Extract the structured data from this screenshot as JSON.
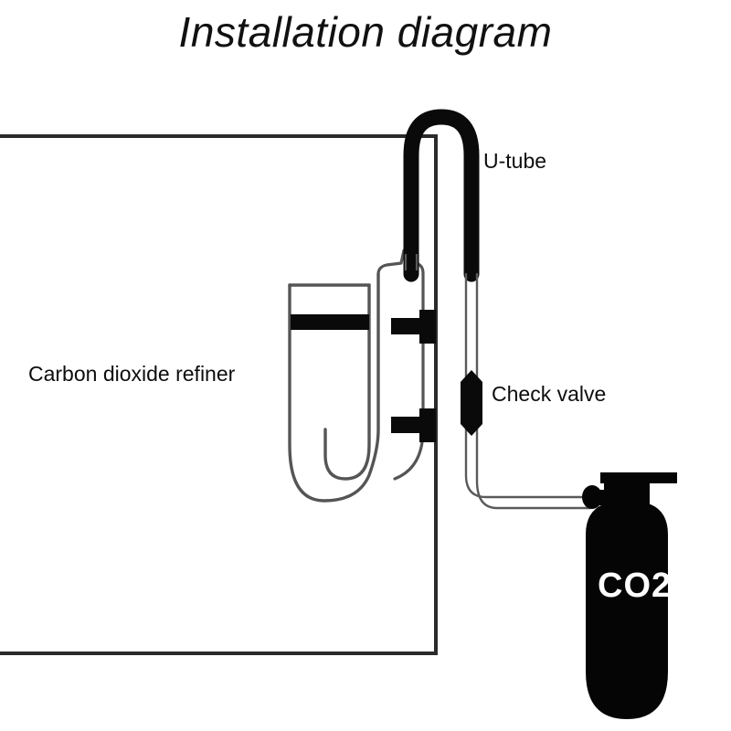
{
  "title": "Installation diagram",
  "labels": {
    "u_tube": "U-tube",
    "check_valve": "Check valve",
    "refiner": "Carbon dioxide refiner",
    "cylinder": "CO2"
  },
  "colors": {
    "ink": "#0d0d0d",
    "tube_outline": "#4a4a4a",
    "glass_outline": "#555555",
    "background": "#ffffff",
    "cylinder_fill": "#050505",
    "cylinder_text": "#ffffff",
    "tank_wall": "#2b2b2b"
  },
  "components": [
    {
      "name": "aquarium-tank",
      "label": "",
      "description": "open rectangular tank outline, top and bottom horizontal rails with right vertical wall"
    },
    {
      "name": "u-tube",
      "label": "U-tube",
      "description": "thick black inverted-U bend hooking over the tank wall"
    },
    {
      "name": "carbon-dioxide-refiner",
      "label": "Carbon dioxide refiner",
      "description": "U-shaped glass diffuser with wide chamber, black ceramic disc band and narrow riser"
    },
    {
      "name": "check-valve",
      "label": "Check valve",
      "description": "black barrel inline on the vertical feed tube"
    },
    {
      "name": "suction-cup-upper",
      "label": "",
      "description": "black suction cup mount clamping tube to tank wall"
    },
    {
      "name": "suction-cup-lower",
      "label": "",
      "description": "black suction cup mount clamping tube to tank wall"
    },
    {
      "name": "co2-cylinder",
      "label": "CO2",
      "description": "black gas cylinder silhouette with valve head, handle bar and side outlet port"
    },
    {
      "name": "feed-tubing",
      "label": "",
      "description": "thin outlined tubing running from check valve down and right into cylinder valve"
    }
  ]
}
